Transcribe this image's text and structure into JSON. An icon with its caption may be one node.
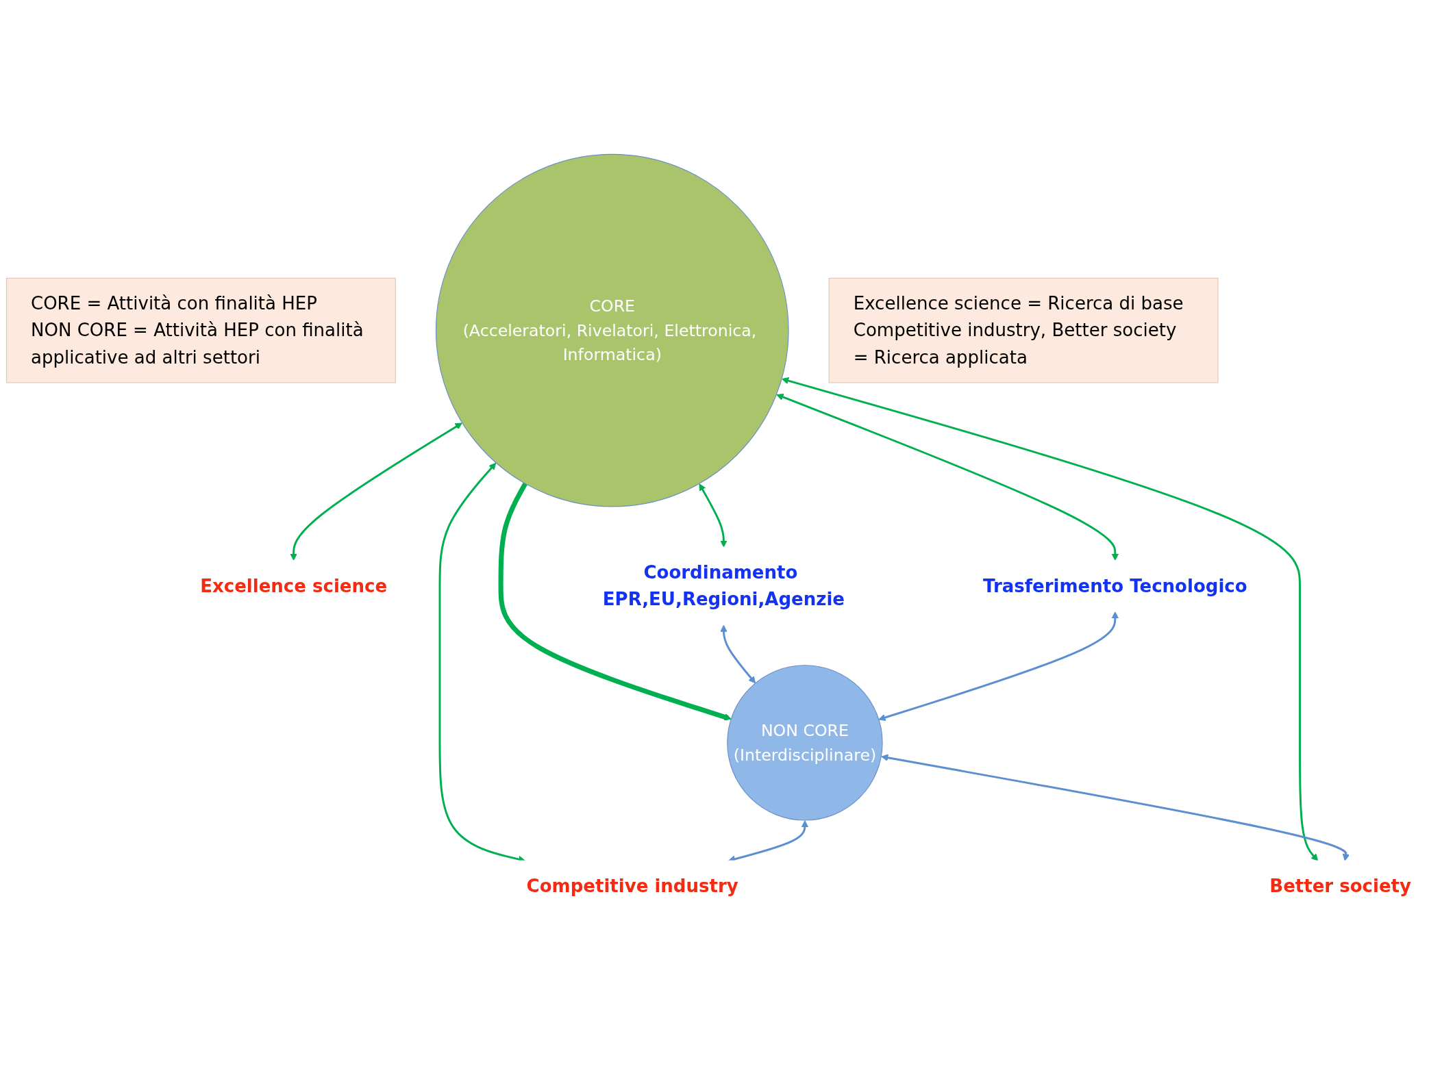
{
  "diagram": {
    "nodes": [
      {
        "text": [
          "CORE = Attività con finalità HEP",
          "NON CORE = Attività HEP con finalità applicative ad altri settori"
        ]
      },
      {
        "text": [
          "CORE",
          "(Acceleratori, Rivelatori, Elettronica, Informatica)"
        ]
      },
      {
        "text": [
          "Excellence science"
        ]
      },
      {
        "text": [
          "Coordinamento EPR,EU,Regioni,Agenzie"
        ]
      },
      {
        "text": [
          "Competitive industry"
        ]
      },
      {
        "text": [
          "Trasferimento Tecnologico"
        ]
      },
      {
        "text": [
          "Better society"
        ]
      },
      {
        "text": [
          "NON CORE",
          "(Interdisciplinare)"
        ]
      },
      {
        "text": [
          "Excellence science = Ricerca di base",
          "Competitive industry, Better society = Ricerca applicata"
        ]
      }
    ],
    "edges": [
      {
        "from": 1,
        "to": 2,
        "arrow": "both"
      },
      {
        "from": 1,
        "to": 4,
        "arrow": "both"
      },
      {
        "from": 1,
        "to": 3,
        "arrow": "both"
      },
      {
        "from": 1,
        "to": 5,
        "arrow": "both"
      },
      {
        "from": 1,
        "to": 6,
        "arrow": "both"
      },
      {
        "from": 1,
        "to": 7,
        "arrow": "to",
        "style": "thick"
      },
      {
        "from": 3,
        "to": 7,
        "arrow": "both",
        "color": "#5b8fd0"
      },
      {
        "from": 5,
        "to": 7,
        "arrow": "both",
        "color": "#5b8fd0"
      },
      {
        "from": 7,
        "to": 4,
        "arrow": "both",
        "color": "#5b8fd0"
      },
      {
        "from": 7,
        "to": 6,
        "arrow": "both",
        "color": "#5b8fd0"
      }
    ]
  }
}
